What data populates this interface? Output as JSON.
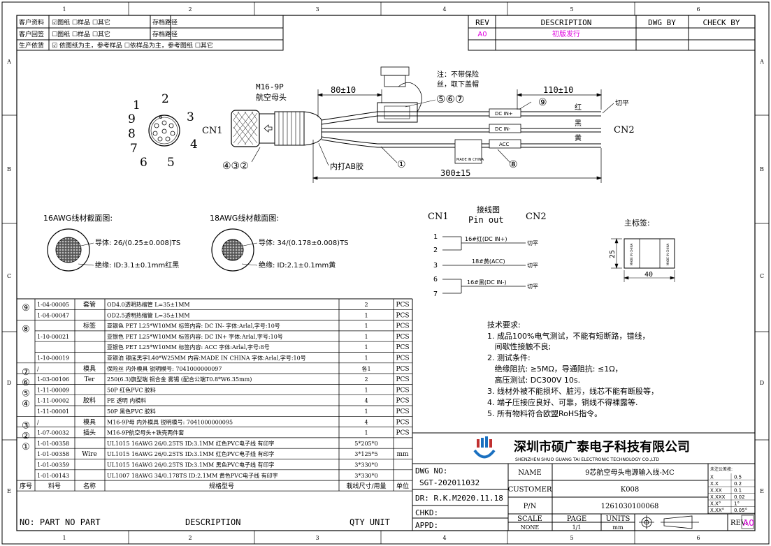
{
  "zones": {
    "cols": [
      "1",
      "2",
      "3",
      "4",
      "5",
      "6"
    ],
    "rows": [
      "A",
      "B",
      "C",
      "D",
      "E"
    ]
  },
  "top_left": {
    "r1": {
      "label": "客户资料",
      "items": "☑图纸 ☐样品 ☐其它",
      "path": "存档路径"
    },
    "r2": {
      "label": "客户回签",
      "items": "☐图纸 ☐样品 ☐其它",
      "path": "存档路径"
    },
    "r3": {
      "label": "生产依赁",
      "items": "☑ 依图纸为主，参考样品  ☐依样品为主，参考图纸  ☐其它"
    }
  },
  "revision": {
    "headers": [
      "REV",
      "DESCRIPTION",
      "DWG BY",
      "CHECK BY"
    ],
    "rev": "A0",
    "desc": "初版发行",
    "rev_color": "#e000e0"
  },
  "drawing": {
    "conn_label": "M16-9P",
    "conn_name": "航空母头",
    "cn1": "CN1",
    "cn2": "CN2",
    "pins": [
      "1",
      "2",
      "3",
      "4",
      "5",
      "6",
      "7",
      "8",
      "9"
    ],
    "dim_80": "80±10",
    "dim_110": "110±10",
    "dim_300": "300±15",
    "note_fuse": "注：不带保险",
    "note_fuse2": "丝，取下盖帽",
    "balloons_fuse": "⑤⑥⑦",
    "balloon_9": "⑨",
    "balloon_1": "①",
    "balloon_8": "⑧",
    "balloons_conn": "④③②",
    "inner_ab": "内打AB胶",
    "cut_flat": "切平",
    "wire_red": "红",
    "wire_black": "黑",
    "wire_yellow": "黄",
    "label_dcin_p": "DC IN+",
    "label_dcin_n": "DC IN-",
    "label_acc": "ACC",
    "made_in": "MADE IN CHINA"
  },
  "sections": {
    "awg16": {
      "title": "16AWG线材截面图:",
      "conductor": "导体: 26/(0.25±0.008)TS",
      "insulation": "绝缘: ID:3.1±0.1mm红黑"
    },
    "awg18": {
      "title": "18AWG线材截面图:",
      "conductor": "导体: 34/(0.178±0.008)TS",
      "insulation": "绝缘: ID:2.1±0.1mm黄"
    }
  },
  "pinout": {
    "cn1": "CN1",
    "title": "接线图",
    "subtitle": "Pin out",
    "cn2": "CN2",
    "pins": [
      "1",
      "2",
      "3",
      "6",
      "7"
    ],
    "w1": "16#红(DC IN+)",
    "w2": "18#黄(ACC)",
    "w3": "16#黑(DC IN-)",
    "cut": "切平"
  },
  "main_label": {
    "title": "主标签:",
    "h": "25",
    "w": "40",
    "text": "MADE IN CHINA"
  },
  "tech": {
    "title": "技术要求:",
    "lines": [
      "1. 成品100%电气测试，不能有短断路，错线，",
      "   间歇性接触不良;",
      "2. 测试条件:",
      "   绝缘阻抗: ≥5MΩ，导通阻抗: ≤1Ω，",
      "   高压测试: DC300V 10s.",
      "3. 线材外被不能损坏、脏污，线芯不能有断股等，",
      "4. 端子压接应良好、可靠，铜线不得裸露等.",
      "5. 所有物料符合欧盟RoHS指令。"
    ]
  },
  "bom": {
    "rows": [
      {
        "no": "⑨",
        "code": "1-04-00005",
        "name": "套管",
        "spec": "OD4.0透明热缩管 L=35±1MM",
        "qty": "2",
        "unit": "PCS"
      },
      {
        "no": "",
        "code": "1-04-00047",
        "name": "",
        "spec": "OD2.5透明热缩管 L=35±1MM",
        "qty": "1",
        "unit": "PCS"
      },
      {
        "no": "⑧",
        "code": "",
        "name": "标签",
        "spec": "亚银色 PET L25*W10MM 标签内容: DC IN-  字体:Arlal,字号:10号",
        "qty": "1",
        "unit": "PCS"
      },
      {
        "no": "",
        "code": "1-10-00021",
        "name": "",
        "spec": "亚银色 PET L25*W10MM 标签内容: DC IN+  字体:Arlal,字号:10号",
        "qty": "1",
        "unit": "PCS"
      },
      {
        "no": "",
        "code": "",
        "name": "",
        "spec": "亚银色 PET L25*W10MM 标签内容: ACC     字体:Arlal,字号:8号",
        "qty": "1",
        "unit": "PCS"
      },
      {
        "no": "",
        "code": "1-10-00019",
        "name": "",
        "spec": "亚银泊 银底黑字L40*W25MM 内容:MADE IN CHINA 字体:Arlal,字号:10号",
        "qty": "1",
        "unit": "PCS"
      },
      {
        "no": "⑦",
        "code": "/",
        "name": "模具",
        "spec": "保险丝 内外模具 锐明模号: 7041000000097",
        "qty": "各1",
        "unit": "PCS"
      },
      {
        "no": "⑥",
        "code": "1-03-00106",
        "name": "Ter",
        "spec": "250(6.3)旗型端 铜合金 雾锡 (配合公端T0.8*W6.35mm)",
        "qty": "2",
        "unit": "PCS"
      },
      {
        "no": "⑤",
        "code": "1-11-00009",
        "name": "",
        "spec": "50P 红色PVC 胶料",
        "qty": "1",
        "unit": "PCS"
      },
      {
        "no": "④",
        "code": "1-11-00002",
        "name": "胶料",
        "spec": "PE 透明 内模料",
        "qty": "4",
        "unit": "PCS"
      },
      {
        "no": "",
        "code": "1-11-00001",
        "name": "",
        "spec": "50P 黑色PVC 胶料",
        "qty": "1",
        "unit": "PCS"
      },
      {
        "no": "③",
        "code": "/",
        "name": "模具",
        "spec": "M16-9P母 内外模具 锐明模号: 7041000000095",
        "qty": "4",
        "unit": "PCS"
      },
      {
        "no": "②",
        "code": "1-07-00032",
        "name": "插头",
        "spec": "M16-9P航空母头+铁壳两件套",
        "qty": "1",
        "unit": "PCS"
      },
      {
        "no": "①",
        "code": "1-01-00358",
        "name": "",
        "spec": "UL1015 16AWG 26/0.25TS ID:3.1MM 红色PVC电子线 有印字",
        "qty": "5*205*0",
        "unit": ""
      },
      {
        "no": "",
        "code": "1-01-00358",
        "name": "Wire",
        "spec": "UL1015 16AWG 26/0.25TS ID:3.1MM 红色PVC电子线 有印字",
        "qty": "3*125*5",
        "unit": "mm"
      },
      {
        "no": "",
        "code": "1-01-00359",
        "name": "",
        "spec": "UL1015 16AWG 26/0.25TS ID:3.1MM 黑色PVC电子线 有印字",
        "qty": "3*330*0",
        "unit": ""
      },
      {
        "no": "",
        "code": "1-01-00143",
        "name": "",
        "spec": "UL1007 18AWG 34/0.178TS ID:2.1MM 黄色PVC电子线 有印字",
        "qty": "3*330*0",
        "unit": ""
      }
    ],
    "head": {
      "no": "序号",
      "code": "料号",
      "name": "名称",
      "spec": "规格型号",
      "qty": "栽线尺寸/用量",
      "unit": "单位"
    },
    "foot": {
      "no": "NO: PART  NO  PART",
      "desc": "DESCRIPTION",
      "qty": "QTY UNIT"
    }
  },
  "title_block": {
    "company_cn": "深圳市硕广泰电子科技有限公司",
    "company_en": "SHENZHEN SHUO GUANG TAI ELECTRONIC TECHNOLOGY CO.,LTD",
    "dwg_no_label": "DWG NO:",
    "dwg_no": "SGT-202011032",
    "dr": "DR: R.K.M2020.11.18",
    "chkd": "CHKD:",
    "appd": "APPD:",
    "name_label": "NAME",
    "name": "9芯航空母头电源输入线-MC",
    "customer_label": "CUSTOMER",
    "customer": "K008",
    "pn_label": "P/N",
    "pn": "1261030100068",
    "scale_label": "SCALE",
    "scale": "NONE",
    "page_label": "PAGE",
    "page": "1/1",
    "units_label": "UNITS",
    "units": "mm",
    "rev_label": "REV:",
    "rev": "A0",
    "tol_title": "未注公差按:",
    "tol": [
      [
        "X",
        "0.5"
      ],
      [
        "X.X",
        "0.2"
      ],
      [
        "X.XX",
        "0.1"
      ],
      [
        "X.XXX",
        "0.02"
      ],
      [
        "X.X°",
        "1°"
      ],
      [
        "X.XX°",
        "0.05°"
      ]
    ]
  }
}
